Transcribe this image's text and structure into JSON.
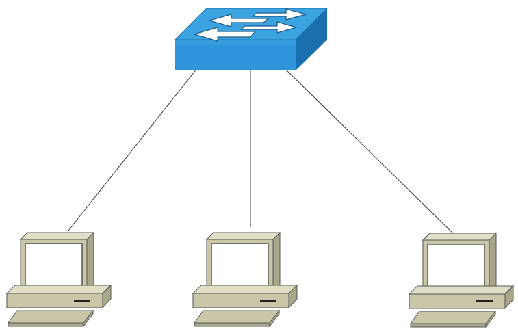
{
  "diagram": {
    "type": "network-topology",
    "background": "#ffffff",
    "link_color": "#333333",
    "switch": {
      "icon": "network-switch-icon",
      "colors": {
        "top": "#3AA3E0",
        "front": "#2E95DA",
        "side": "#1A6FAE",
        "arrow": "#ffffff",
        "arrow_outline": "#1C5A8A"
      }
    },
    "computers": [
      {
        "icon": "desktop-computer-icon"
      },
      {
        "icon": "desktop-computer-icon"
      },
      {
        "icon": "desktop-computer-icon"
      }
    ],
    "computer_colors": {
      "face": "#C9C7A8",
      "top": "#E0DEC4",
      "side": "#A9A78A",
      "screen": "#FFFFFF",
      "outline": "#555555",
      "slot": "#222222"
    },
    "links": [
      {
        "from": "switch",
        "to": "computer-1"
      },
      {
        "from": "switch",
        "to": "computer-2"
      },
      {
        "from": "switch",
        "to": "computer-3"
      }
    ]
  }
}
